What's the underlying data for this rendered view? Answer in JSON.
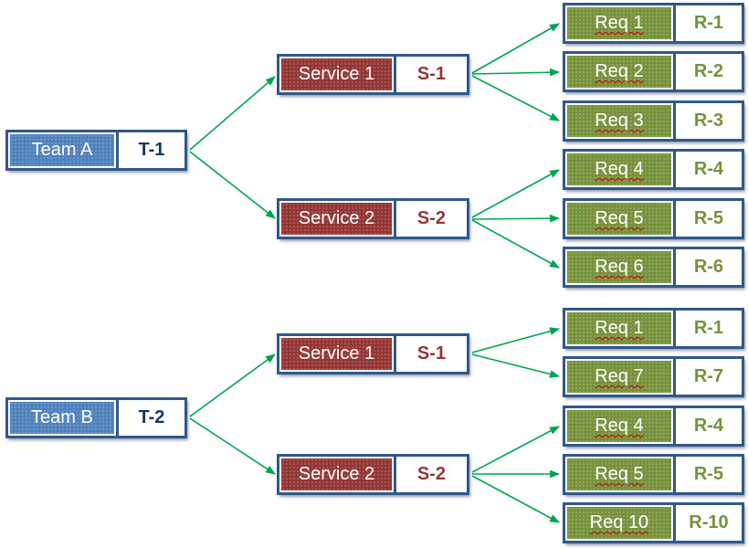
{
  "colors": {
    "team_fill": "#4f81bd",
    "service_fill": "#943634",
    "req_fill": "#76923c",
    "border": "#31588a",
    "label_text": "#ffffff",
    "team_id_text": "#17365d",
    "service_id_text": "#943634",
    "req_id_text": "#76923c",
    "arrow": "#00a550",
    "spellcheck": "#d00000"
  },
  "nodes": {
    "team_a": {
      "label": "Team A",
      "id": "T-1"
    },
    "service_1a": {
      "label": "Service 1",
      "id": "S-1"
    },
    "service_2a": {
      "label": "Service 2",
      "id": "S-2"
    },
    "req_1a": {
      "label": "Req 1",
      "id": "R-1"
    },
    "req_2a": {
      "label": "Req 2",
      "id": "R-2"
    },
    "req_3a": {
      "label": "Req 3",
      "id": "R-3"
    },
    "req_4a": {
      "label": "Req 4",
      "id": "R-4"
    },
    "req_5a": {
      "label": "Req 5",
      "id": "R-5"
    },
    "req_6a": {
      "label": "Req 6",
      "id": "R-6"
    },
    "team_b": {
      "label": "Team B",
      "id": "T-2"
    },
    "service_1b": {
      "label": "Service 1",
      "id": "S-1"
    },
    "service_2b": {
      "label": "Service 2",
      "id": "S-2"
    },
    "req_1b": {
      "label": "Req 1",
      "id": "R-1"
    },
    "req_7b": {
      "label": "Req 7",
      "id": "R-7"
    },
    "req_4b": {
      "label": "Req 4",
      "id": "R-4"
    },
    "req_5b": {
      "label": "Req 5",
      "id": "R-5"
    },
    "req_10b": {
      "label": "Req 10",
      "id": "R-10"
    }
  },
  "edges": [
    {
      "from": "team_a",
      "to": "service_1a"
    },
    {
      "from": "team_a",
      "to": "service_2a"
    },
    {
      "from": "service_1a",
      "to": "req_1a"
    },
    {
      "from": "service_1a",
      "to": "req_2a"
    },
    {
      "from": "service_1a",
      "to": "req_3a"
    },
    {
      "from": "service_2a",
      "to": "req_4a"
    },
    {
      "from": "service_2a",
      "to": "req_5a"
    },
    {
      "from": "service_2a",
      "to": "req_6a"
    },
    {
      "from": "team_b",
      "to": "service_1b"
    },
    {
      "from": "team_b",
      "to": "service_2b"
    },
    {
      "from": "service_1b",
      "to": "req_1b"
    },
    {
      "from": "service_1b",
      "to": "req_7b"
    },
    {
      "from": "service_2b",
      "to": "req_4b"
    },
    {
      "from": "service_2b",
      "to": "req_5b"
    },
    {
      "from": "service_2b",
      "to": "req_10b"
    }
  ]
}
